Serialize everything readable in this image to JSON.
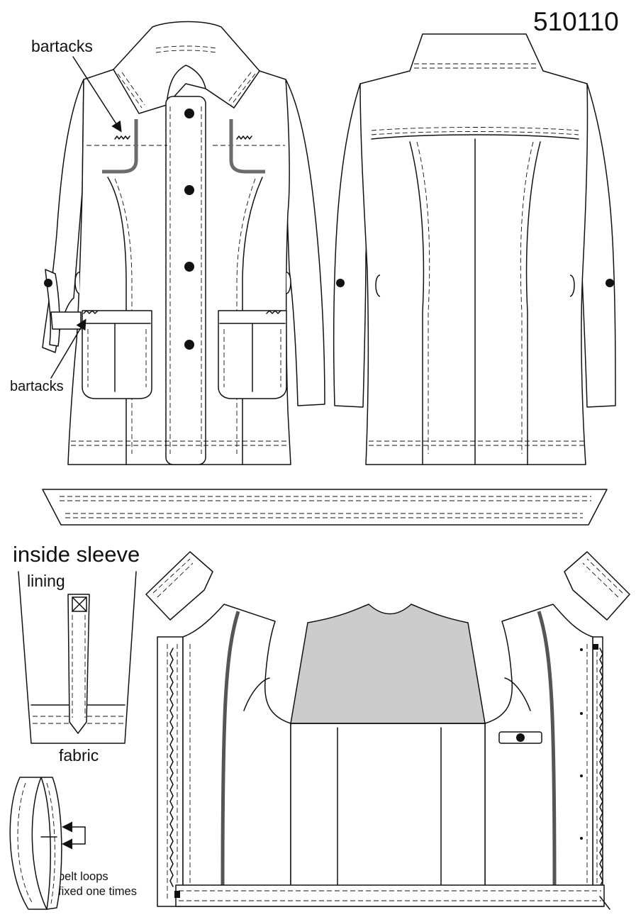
{
  "style_number": "510110",
  "annotations": {
    "bartacks_top": "bartacks",
    "bartacks_bottom": "bartacks",
    "inside_sleeve_title": "inside sleeve",
    "lining_label": "lining",
    "fabric_label": "fabric",
    "belt_loops_line1": "belt loops",
    "belt_loops_line2": "fixed one times"
  },
  "colors": {
    "line": "#111111",
    "topstitch_accent": "#6b6b6b",
    "lining_fill": "#cccccc",
    "button": "#111111"
  },
  "views": [
    "front-view",
    "back-view",
    "belt",
    "inside-sleeve-detail",
    "belt-loop-detail",
    "inside-view"
  ]
}
